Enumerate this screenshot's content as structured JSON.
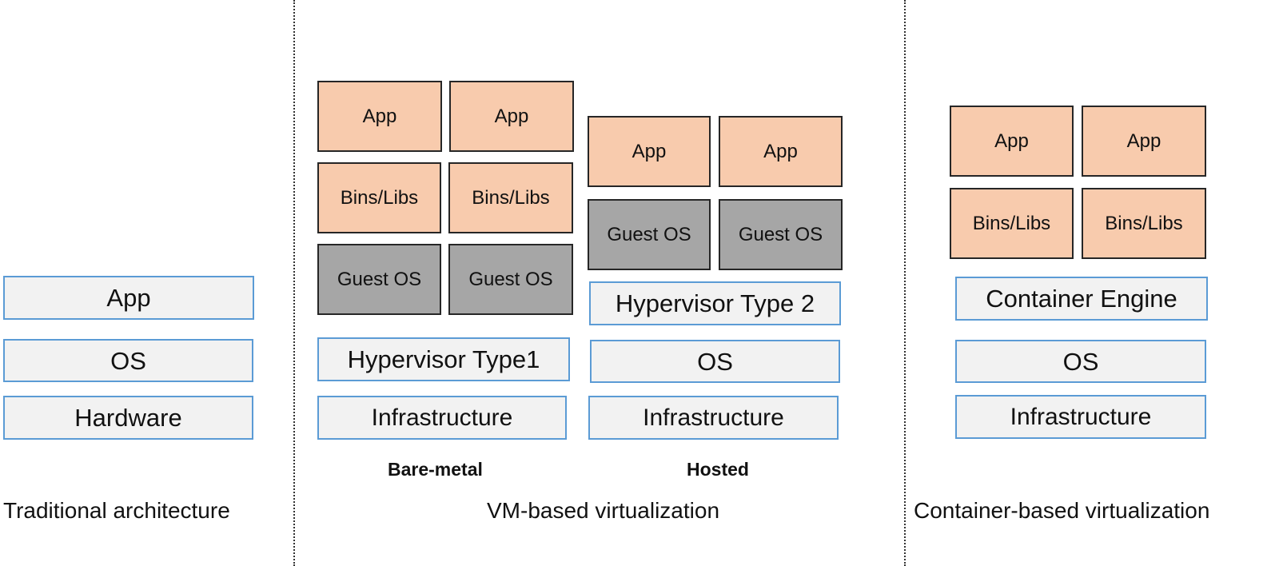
{
  "traditional": {
    "caption": "Traditional architecture",
    "layers": [
      "App",
      "OS",
      "Hardware"
    ]
  },
  "vm": {
    "caption": "VM-based virtualization",
    "bare_metal": {
      "label": "Bare-metal",
      "apps": [
        "App",
        "App"
      ],
      "bins": [
        "Bins/Libs",
        "Bins/Libs"
      ],
      "guests": [
        "Guest OS",
        "Guest OS"
      ],
      "hypervisor": "Hypervisor Type1",
      "infrastructure": "Infrastructure"
    },
    "hosted": {
      "label": "Hosted",
      "apps": [
        "App",
        "App"
      ],
      "guests": [
        "Guest OS",
        "Guest OS"
      ],
      "hypervisor": "Hypervisor Type 2",
      "os": "OS",
      "infrastructure": "Infrastructure"
    }
  },
  "container": {
    "caption": "Container-based virtualization",
    "apps": [
      "App",
      "App"
    ],
    "bins": [
      "Bins/Libs",
      "Bins/Libs"
    ],
    "engine": "Container Engine",
    "os": "OS",
    "infrastructure": "Infrastructure"
  },
  "colors": {
    "layer_fill": "#f2f2f2",
    "layer_border": "#5b9bd5",
    "app_fill": "#f8cbad",
    "guest_os_fill": "#a6a6a6"
  }
}
